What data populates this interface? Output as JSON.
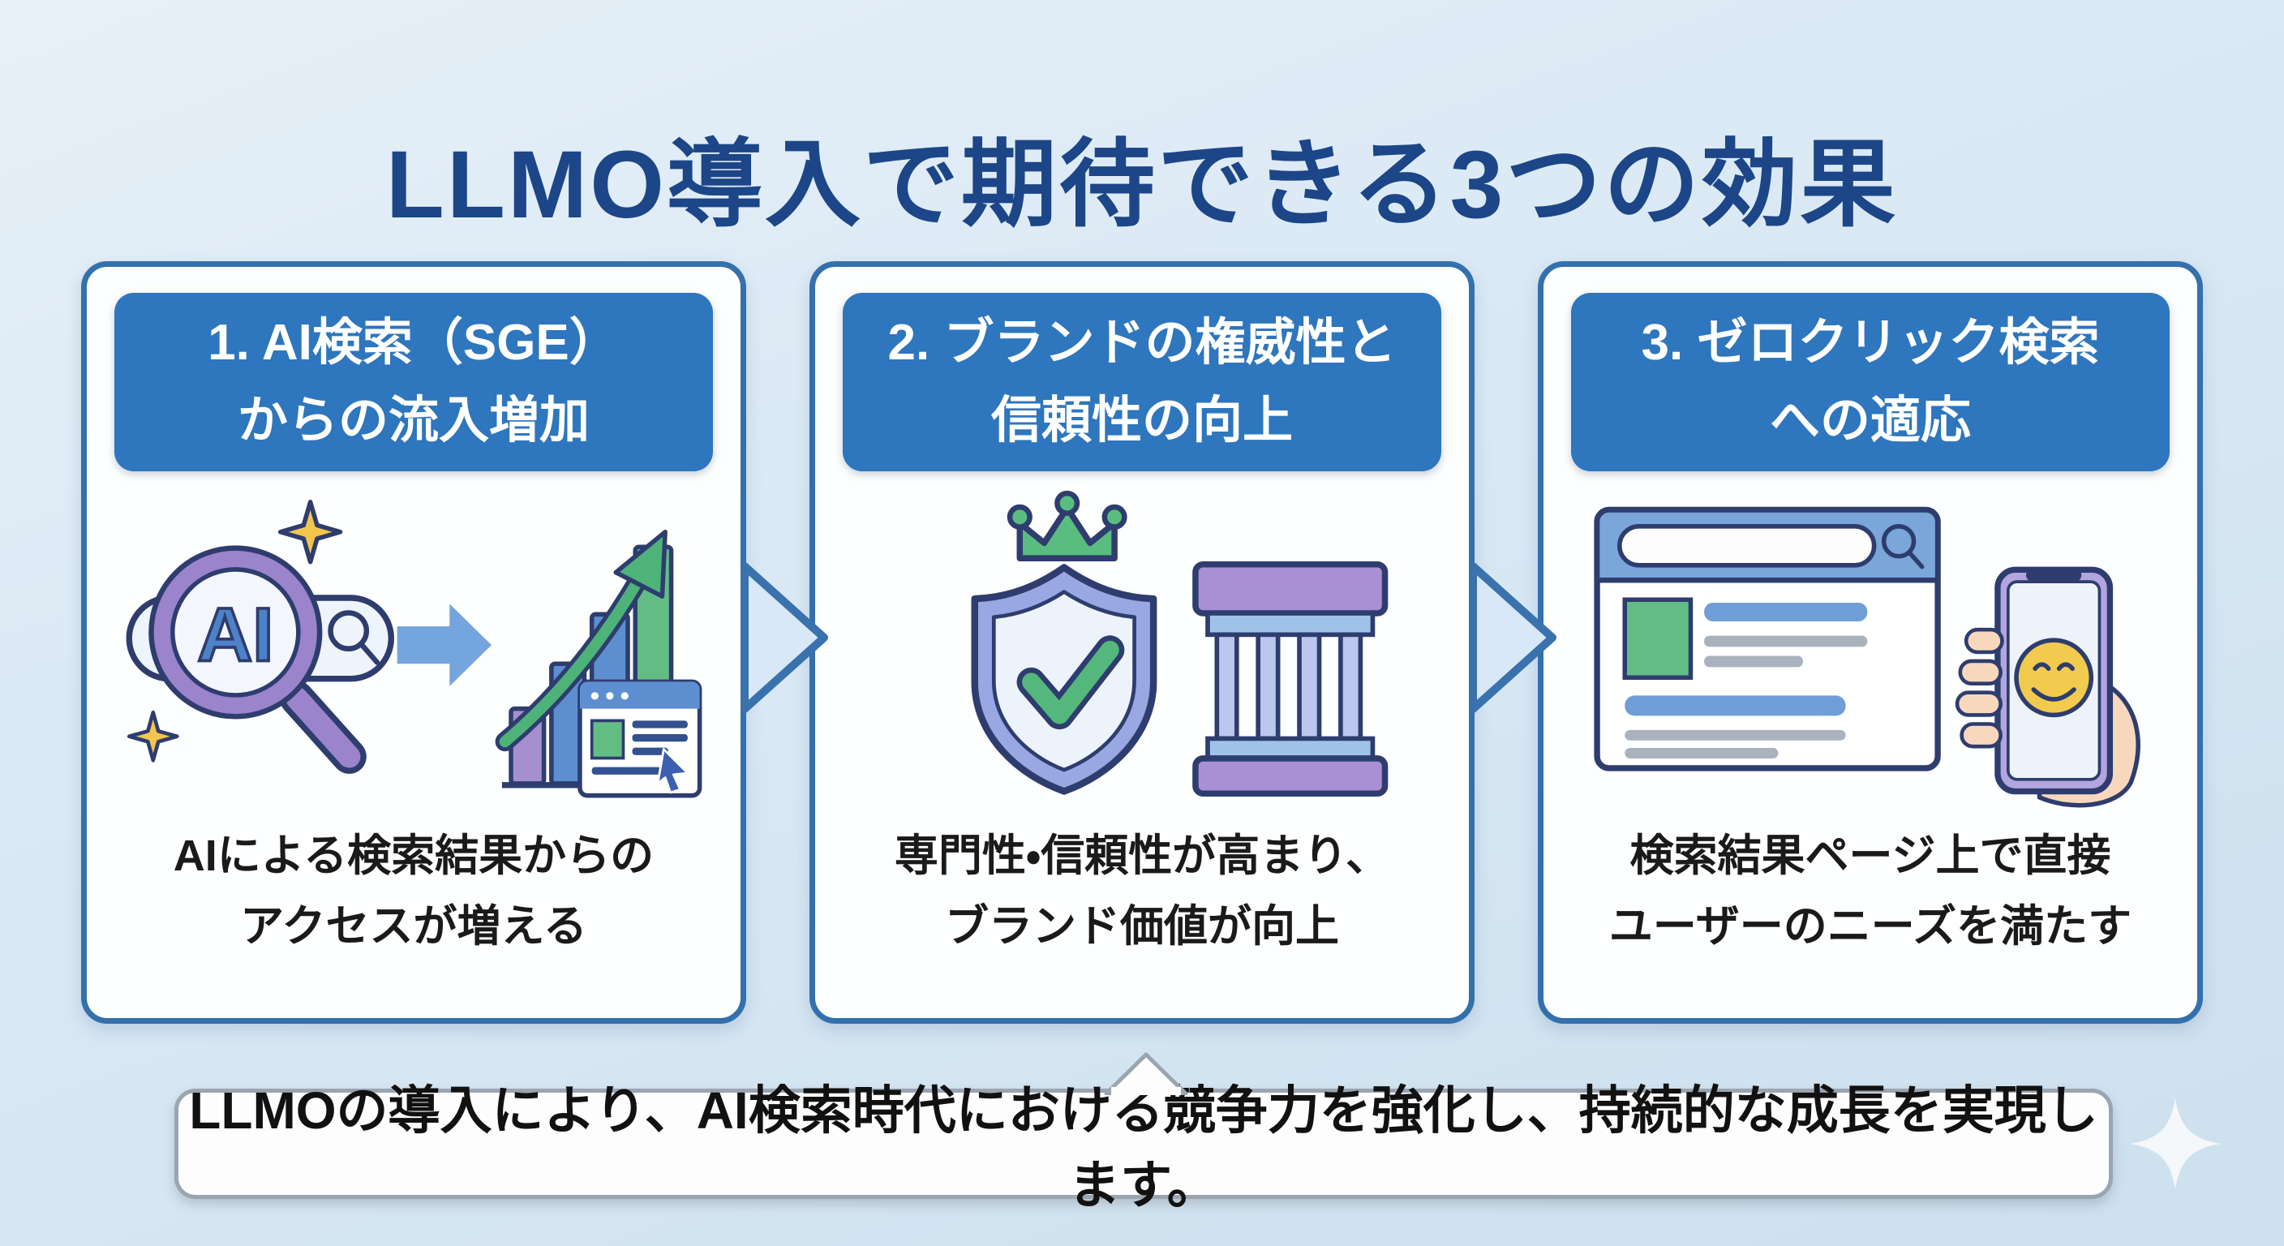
{
  "page": {
    "title": "LLMO導入で期待できる3つの効果"
  },
  "cards": [
    {
      "header": "1. AI検索（SGE）\nからの流入増加",
      "body": "AIによる検索結果からの\nアクセスが増える",
      "icon": "ai-search-growth-icon"
    },
    {
      "header": "2. ブランドの権威性と\n信頼性の向上",
      "body": "専門性・信頼性が高まり、\nブランド価値が向上",
      "icon": "authority-shield-bank-icon"
    },
    {
      "header": "3. ゼロクリック検索\nへの適応",
      "body": "検索結果ページ上で直接\nユーザーのニーズを満たす",
      "icon": "zero-click-serp-phone-icon"
    }
  ],
  "banner": {
    "text": "LLMOの導入により、AI検索時代における競争力を強化し、持続的な成長を実現します。"
  },
  "icons": {
    "connector": "chevron-right-icon",
    "banner_tail": "speech-tail-icon",
    "decoration": "sparkle-icon"
  },
  "colors": {
    "background": "#d9e8f4",
    "title_navy": "#1c4687",
    "header_band_blue": "#2e76bd",
    "card_border_blue": "#3470ac",
    "outline_navy": "#2e3d6e",
    "accent_green": "#5abd80",
    "accent_purple": "#9b84cc",
    "accent_blue": "#5d8fd0",
    "accent_yellow": "#f2c64d",
    "banner_border_gray": "#9aa5b0",
    "body_text": "#1a1a1a"
  }
}
